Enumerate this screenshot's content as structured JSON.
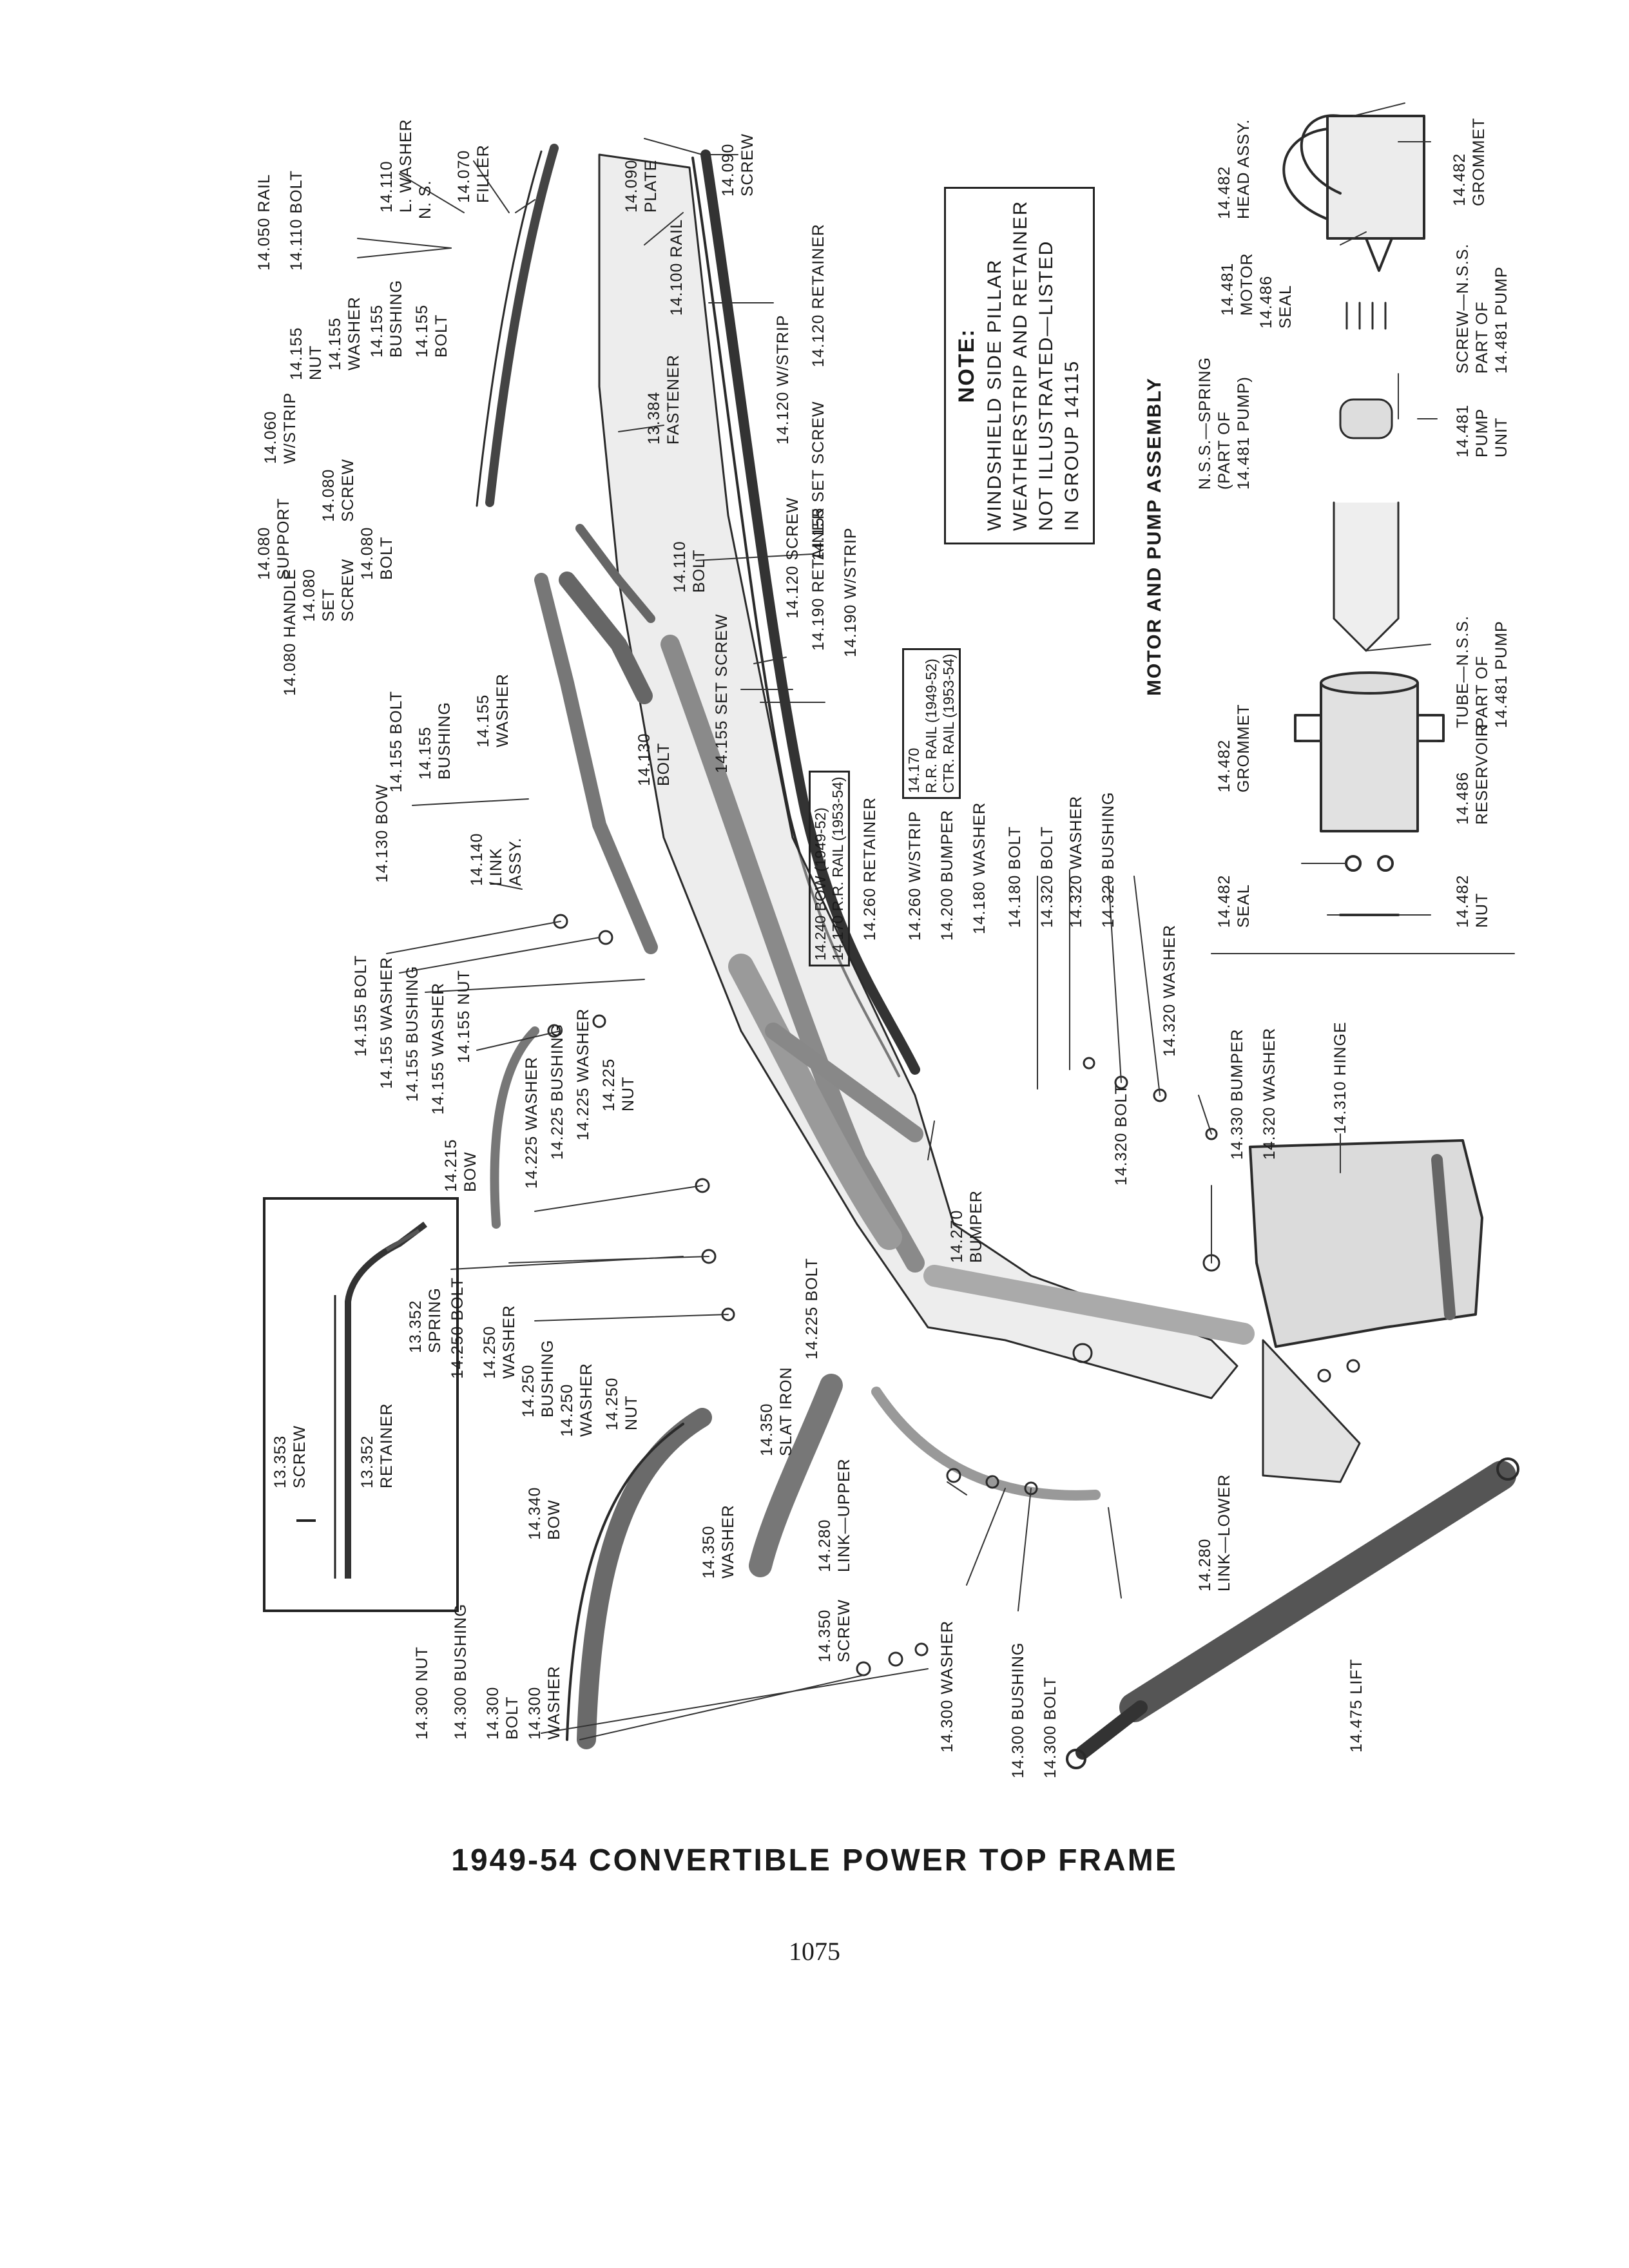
{
  "title": "1949-54 CONVERTIBLE POWER TOP FRAME",
  "page_number": "1075",
  "note": {
    "heading": "NOTE:",
    "lines": [
      "WINDSHIELD SIDE PILLAR",
      "WEATHERSTRIP AND RETAINER",
      "NOT ILLUSTRATED—LISTED",
      "IN GROUP 14115"
    ]
  },
  "motor_section_title": "MOTOR AND PUMP ASSEMBLY",
  "callouts": {
    "c01": [
      "14.050 RAIL"
    ],
    "c02": [
      "14.110 BOLT"
    ],
    "c03": [
      "14.110",
      "L. WASHER"
    ],
    "c04": [
      "N. S."
    ],
    "c05": [
      "14.070",
      "FILLER"
    ],
    "c06": [
      "14.090",
      "PLATE"
    ],
    "c07": [
      "14.090",
      "SCREW"
    ],
    "c08": [
      "14.155",
      "NUT"
    ],
    "c09": [
      "14.155",
      "WASHER"
    ],
    "c10": [
      "14.155",
      "BUSHING"
    ],
    "c11": [
      "14.155",
      "BOLT"
    ],
    "c12": [
      "14.060",
      "W/STRIP"
    ],
    "c13": [
      "14.080",
      "SCREW"
    ],
    "c14": [
      "14.080",
      "SUPPORT"
    ],
    "c15": [
      "14.080",
      "SET",
      "SCREW"
    ],
    "c16": [
      "14.080",
      "BOLT"
    ],
    "c17": [
      "14.080 HANDLE"
    ],
    "c18": [
      "14.100 RAIL"
    ],
    "c19": [
      "13.384",
      "FASTENER"
    ],
    "c20": [
      "14.120 RETAINER"
    ],
    "c21": [
      "14.120 W/STRIP"
    ],
    "c22": [
      "14.155 SET SCREW"
    ],
    "c23": [
      "14.110",
      "BOLT"
    ],
    "c24": [
      "14.120 SCREW"
    ],
    "c25": [
      "14.190 RETAINER"
    ],
    "c26": [
      "14.190 W/STRIP"
    ],
    "c27": [
      "14.155",
      "WASHER"
    ],
    "c28": [
      "14.155 BOLT"
    ],
    "c29": [
      "14.155",
      "BUSHING"
    ],
    "c30": [
      "14.130",
      "BOLT"
    ],
    "c31": [
      "14.155 SET SCREW"
    ],
    "c32": [
      "14.130 BOW"
    ],
    "c33": [
      "14.140",
      "LINK",
      "ASSY."
    ],
    "c35": [
      "14.260 RETAINER"
    ],
    "c36": [
      "14.260 W/STRIP"
    ],
    "c37": [
      "14.200 BUMPER"
    ],
    "c38": [
      "14.180 WASHER"
    ],
    "c39": [
      "14.180 BOLT"
    ],
    "c40": [
      "14.320 BOLT"
    ],
    "c41": [
      "14.320 WASHER"
    ],
    "c42": [
      "14.320 BUSHING"
    ],
    "c43": [
      "14.320 WASHER"
    ],
    "c44": [
      "14.155 BOLT"
    ],
    "c45": [
      "14.155 WASHER"
    ],
    "c46": [
      "14.155 BUSHING"
    ],
    "c47": [
      "14.155 WASHER"
    ],
    "c48": [
      "14.155 NUT"
    ],
    "c49": [
      "14.215",
      "BOW"
    ],
    "c50": [
      "14.225 WASHER"
    ],
    "c51": [
      "14.225 BUSHING"
    ],
    "c52": [
      "14.225 WASHER"
    ],
    "c53": [
      "14.225",
      "NUT"
    ],
    "c54": [
      "14.270",
      "BUMPER"
    ],
    "c55": [
      "14.330 BUMPER"
    ],
    "c56": [
      "14.320 WASHER"
    ],
    "c57": [
      "14.310 HINGE"
    ],
    "c58": [
      "14.320 BOLT"
    ],
    "c59": [
      "14.250 BOLT"
    ],
    "c60": [
      "14.250",
      "WASHER"
    ],
    "c61": [
      "14.250",
      "BUSHING"
    ],
    "c62": [
      "14.250",
      "WASHER"
    ],
    "c63": [
      "14.250",
      "NUT"
    ],
    "c64": [
      "14.225 BOLT"
    ],
    "c65": [
      "13.353",
      "SCREW"
    ],
    "c66": [
      "13.352",
      "RETAINER"
    ],
    "c67": [
      "13.352",
      "SPRING"
    ],
    "c68": [
      "14.340",
      "BOW"
    ],
    "c69": [
      "14.350",
      "WASHER"
    ],
    "c70": [
      "14.350",
      "SLAT IRON"
    ],
    "c71": [
      "14.280",
      "LINK—UPPER"
    ],
    "c72": [
      "14.350",
      "SCREW"
    ],
    "c73": [
      "14.280",
      "LINK—LOWER"
    ],
    "c74": [
      "14.300 NUT"
    ],
    "c75": [
      "14.300 BUSHING"
    ],
    "c76": [
      "14.300",
      "BOLT"
    ],
    "c77": [
      "14.300",
      "WASHER"
    ],
    "c78": [
      "14.300 WASHER"
    ],
    "c79": [
      "14.300 BUSHING"
    ],
    "c80": [
      "14.300 BOLT"
    ],
    "c81": [
      "14.475 LIFT"
    ],
    "m01": [
      "14.482",
      "HEAD ASSY."
    ],
    "m02": [
      "14.482",
      "GROMMET"
    ],
    "m03": [
      "14.481",
      "MOTOR"
    ],
    "m04": [
      "14.486",
      "SEAL"
    ],
    "m05": [
      "SCREW—N.S.S.",
      "PART OF",
      "14.481 PUMP"
    ],
    "m06": [
      "N.S.S.—SPRING",
      "(PART OF",
      "14.481 PUMP)"
    ],
    "m07": [
      "14.481",
      "PUMP",
      "UNIT"
    ],
    "m08": [
      "TUBE—N.S.S.",
      "PART OF",
      "14.481 PUMP"
    ],
    "m09": [
      "14.482",
      "GROMMET"
    ],
    "m10": [
      "14.486",
      "RESERVOIR"
    ],
    "m11": [
      "14.482",
      "SEAL"
    ],
    "m12": [
      "14.482",
      "NUT"
    ]
  },
  "boxed_callouts": {
    "b1": [
      "14.170",
      "R.R. RAIL (1949-52)",
      "CTR. RAIL (1953-54)"
    ],
    "b2": [
      "14.240 BOW (1949-52)",
      "14.170 R.R. RAIL (1953-54)"
    ]
  }
}
